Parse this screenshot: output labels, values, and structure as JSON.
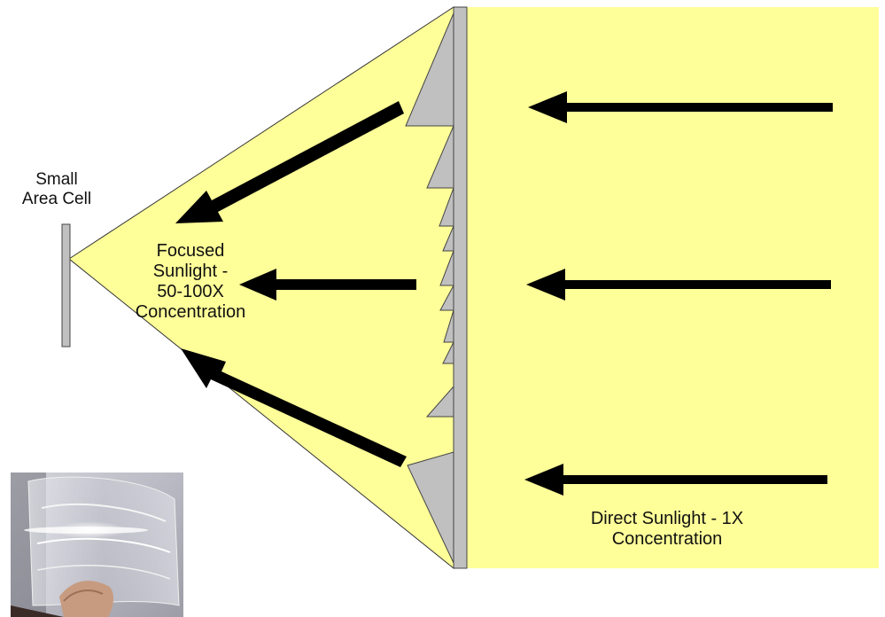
{
  "diagram": {
    "labels": {
      "cell_line1": "Small",
      "cell_line2": "Area Cell",
      "focused_line1": "Focused",
      "focused_line2": "Sunlight -",
      "focused_line3": "50-100X",
      "focused_line4": "Concentration",
      "direct_line1": "Direct Sunlight - 1X",
      "direct_line2": "Concentration"
    },
    "colors": {
      "light": "#ffff99",
      "lens": "#c0c0c0",
      "arrow": "#000000",
      "outline": "#444444"
    },
    "icons": {
      "photo": "fresnel-lens-photo"
    }
  }
}
